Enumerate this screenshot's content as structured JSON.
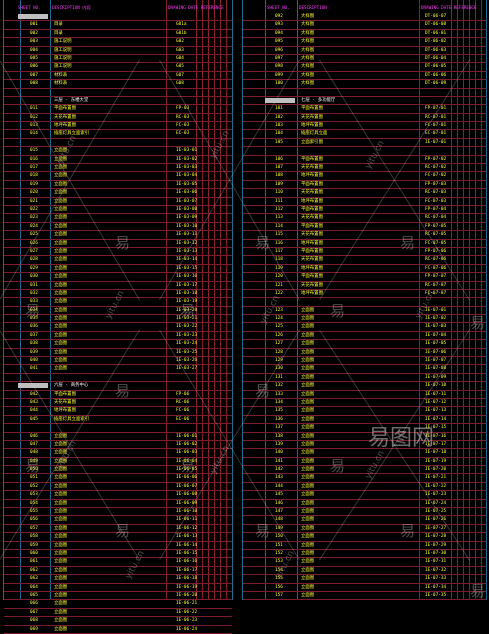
{
  "headers": {
    "left": {
      "no": "SHEET NO.",
      "desc": "DESCRIPTION 内容",
      "ref": "DRAWING DATE REFERENCE"
    },
    "right": {
      "no": "SHEET NO.",
      "desc": "DESCRIPTION",
      "ref": "DRAWING DATE REFERENCE"
    }
  },
  "left_rows": [
    {
      "type": "mark"
    },
    {
      "no": "001",
      "desc": "目录",
      "ref": "G01a"
    },
    {
      "no": "002",
      "desc": "目录",
      "ref": "G01b"
    },
    {
      "no": "003",
      "desc": "施工说明",
      "ref": "G02"
    },
    {
      "no": "004",
      "desc": "施工说明",
      "ref": "G03"
    },
    {
      "no": "005",
      "desc": "施工说明",
      "ref": "G04"
    },
    {
      "no": "006",
      "desc": "施工说明",
      "ref": "G05"
    },
    {
      "no": "007",
      "desc": "材料表",
      "ref": "G07"
    },
    {
      "no": "008",
      "desc": "材料表",
      "ref": "G08"
    },
    {
      "type": "blank"
    },
    {
      "type": "section",
      "desc": "三层 - 东楼大堂"
    },
    {
      "no": "011",
      "desc": "平面布置图",
      "ref": "FP-03"
    },
    {
      "no": "012",
      "desc": "天花布置图",
      "ref": "RC-03"
    },
    {
      "no": "013",
      "desc": "地坪布置图",
      "ref": "FC-03"
    },
    {
      "no": "014",
      "desc": "插座灯具立面索引",
      "ref": "EC-03"
    },
    {
      "type": "blank"
    },
    {
      "no": "015",
      "desc": "立面图",
      "ref": "IE-03-01"
    },
    {
      "no": "016",
      "desc": "立面图",
      "ref": "IE-03-02"
    },
    {
      "no": "017",
      "desc": "立面图",
      "ref": "IE-03-03"
    },
    {
      "no": "018",
      "desc": "立面图",
      "ref": "IE-03-04"
    },
    {
      "no": "019",
      "desc": "立面图",
      "ref": "IE-03-05"
    },
    {
      "no": "020",
      "desc": "立面图",
      "ref": "IE-03-06"
    },
    {
      "no": "021",
      "desc": "立面图",
      "ref": "IE-03-07"
    },
    {
      "no": "022",
      "desc": "立面图",
      "ref": "IE-03-08"
    },
    {
      "no": "023",
      "desc": "立面图",
      "ref": "IE-03-09"
    },
    {
      "no": "024",
      "desc": "立面图",
      "ref": "IE-03-10"
    },
    {
      "no": "025",
      "desc": "立面图",
      "ref": "IE-03-11"
    },
    {
      "no": "026",
      "desc": "立面图",
      "ref": "IE-03-12"
    },
    {
      "no": "027",
      "desc": "立面图",
      "ref": "IE-03-13"
    },
    {
      "no": "028",
      "desc": "立面图",
      "ref": "IE-03-14"
    },
    {
      "no": "029",
      "desc": "立面图",
      "ref": "IE-03-15"
    },
    {
      "no": "030",
      "desc": "立面图",
      "ref": "IE-03-16"
    },
    {
      "no": "031",
      "desc": "立面图",
      "ref": "IE-03-17"
    },
    {
      "no": "032",
      "desc": "立面图",
      "ref": "IE-03-18"
    },
    {
      "no": "033",
      "desc": "立面图",
      "ref": "IE-03-19"
    },
    {
      "no": "034",
      "desc": "立面图",
      "ref": "IE-03-20"
    },
    {
      "no": "035",
      "desc": "立面图",
      "ref": "IE-03-21"
    },
    {
      "no": "036",
      "desc": "立面图",
      "ref": "IE-03-22"
    },
    {
      "no": "037",
      "desc": "立面图",
      "ref": "IE-03-23"
    },
    {
      "no": "038",
      "desc": "立面图",
      "ref": "IE-03-24"
    },
    {
      "no": "039",
      "desc": "立面图",
      "ref": "IE-03-25"
    },
    {
      "no": "040",
      "desc": "立面图",
      "ref": "IE-03-26"
    },
    {
      "no": "041",
      "desc": "立面图",
      "ref": "IE-03-27"
    },
    {
      "type": "blank"
    },
    {
      "type": "section",
      "desc": "六层 - 商务中心",
      "mark": true
    },
    {
      "no": "042",
      "desc": "平面布置图",
      "ref": "FP-06"
    },
    {
      "no": "043",
      "desc": "天花布置图",
      "ref": "RC-06"
    },
    {
      "no": "044",
      "desc": "地坪布置图",
      "ref": "FC-06"
    },
    {
      "no": "045",
      "desc": "插座灯具立面索引",
      "ref": "EC-06"
    },
    {
      "type": "blank"
    },
    {
      "no": "046",
      "desc": "立面图",
      "ref": "IE-06-01"
    },
    {
      "no": "047",
      "desc": "立面图",
      "ref": "IE-06-02"
    },
    {
      "no": "048",
      "desc": "立面图",
      "ref": "IE-06-03"
    },
    {
      "no": "049",
      "desc": "立面图",
      "ref": "IE-06-04"
    },
    {
      "no": "050",
      "desc": "立面图",
      "ref": "IE-06-05"
    },
    {
      "no": "051",
      "desc": "立面图",
      "ref": "IE-06-06"
    },
    {
      "no": "052",
      "desc": "立面图",
      "ref": "IE-06-07"
    },
    {
      "no": "053",
      "desc": "立面图",
      "ref": "IE-06-08"
    },
    {
      "no": "054",
      "desc": "立面图",
      "ref": "IE-06-09"
    },
    {
      "no": "055",
      "desc": "立面图",
      "ref": "IE-06-10"
    },
    {
      "no": "056",
      "desc": "立面图",
      "ref": "IE-06-11"
    },
    {
      "no": "057",
      "desc": "立面图",
      "ref": "IE-06-12"
    },
    {
      "no": "058",
      "desc": "立面图",
      "ref": "IE-06-13"
    },
    {
      "no": "059",
      "desc": "立面图",
      "ref": "IE-06-14"
    },
    {
      "no": "060",
      "desc": "立面图",
      "ref": "IE-06-15"
    },
    {
      "no": "061",
      "desc": "立面图",
      "ref": "IE-06-16"
    },
    {
      "no": "062",
      "desc": "立面图",
      "ref": "IE-06-17"
    },
    {
      "no": "063",
      "desc": "立面图",
      "ref": "IE-06-18"
    },
    {
      "no": "064",
      "desc": "立面图",
      "ref": "IE-06-19"
    },
    {
      "no": "065",
      "desc": "立面图",
      "ref": "IE-06-20"
    },
    {
      "no": "066",
      "desc": "立面图",
      "ref": "IE-06-21"
    },
    {
      "no": "067",
      "desc": "立面图",
      "ref": "IE-06-22"
    },
    {
      "no": "068",
      "desc": "立面图",
      "ref": "IE-06-23"
    },
    {
      "no": "069",
      "desc": "立面图",
      "ref": "IE-06-24"
    }
  ],
  "right_rows": [
    {
      "no": "092",
      "desc": "大样图",
      "ref": "DT-06-07"
    },
    {
      "no": "093",
      "desc": "大样图",
      "ref": "DT-06-08"
    },
    {
      "no": "094",
      "desc": "大样图",
      "ref": "DT-06-01"
    },
    {
      "no": "095",
      "desc": "大样图",
      "ref": "DT-06-02"
    },
    {
      "no": "096",
      "desc": "大样图",
      "ref": "DT-06-03"
    },
    {
      "no": "097",
      "desc": "大样图",
      "ref": "DT-06-04"
    },
    {
      "no": "098",
      "desc": "大样图",
      "ref": "DT-06-05"
    },
    {
      "no": "099",
      "desc": "大样图",
      "ref": "DT-06-06"
    },
    {
      "no": "100",
      "desc": "大样图",
      "ref": "DT-06-09"
    },
    {
      "type": "blank"
    },
    {
      "type": "section",
      "desc": "七层 - 多功能厅",
      "mark": true
    },
    {
      "no": "101",
      "desc": "平面布置图",
      "ref": "FP-07-01"
    },
    {
      "no": "102",
      "desc": "天花布置图",
      "ref": "RC-07-01"
    },
    {
      "no": "103",
      "desc": "地坪布置图",
      "ref": "FC-07-01"
    },
    {
      "no": "104",
      "desc": "插座灯具立面",
      "ref": "EC-07-01"
    },
    {
      "no": "105",
      "desc": "立面索引图",
      "ref": "IE-07-01"
    },
    {
      "type": "blank"
    },
    {
      "no": "106",
      "desc": "平面布置图",
      "ref": "FP-07-02"
    },
    {
      "no": "107",
      "desc": "天花布置图",
      "ref": "RC-07-02"
    },
    {
      "no": "108",
      "desc": "地坪布置图",
      "ref": "FC-07-02"
    },
    {
      "no": "109",
      "desc": "平面布置图",
      "ref": "FP-07-03"
    },
    {
      "no": "110",
      "desc": "天花布置图",
      "ref": "RC-07-03"
    },
    {
      "no": "111",
      "desc": "地坪布置图",
      "ref": "FC-07-03"
    },
    {
      "no": "112",
      "desc": "平面布置图",
      "ref": "FP-07-04"
    },
    {
      "no": "113",
      "desc": "天花布置图",
      "ref": "RC-07-04"
    },
    {
      "no": "114",
      "desc": "平面布置图",
      "ref": "FP-07-05"
    },
    {
      "no": "115",
      "desc": "天花布置图",
      "ref": "RC-07-05"
    },
    {
      "no": "116",
      "desc": "地坪布置图",
      "ref": "FC-07-05"
    },
    {
      "no": "117",
      "desc": "平面布置图",
      "ref": "FP-07-06"
    },
    {
      "no": "118",
      "desc": "天花布置图",
      "ref": "RC-07-06"
    },
    {
      "no": "119",
      "desc": "地坪布置图",
      "ref": "FC-07-06"
    },
    {
      "no": "120",
      "desc": "平面布置图",
      "ref": "FP-07-07"
    },
    {
      "no": "121",
      "desc": "天花布置图",
      "ref": "RC-07-07"
    },
    {
      "no": "122",
      "desc": "地坪布置图",
      "ref": "FC-07-07"
    },
    {
      "type": "blank"
    },
    {
      "no": "123",
      "desc": "立面图",
      "ref": "IE-07-01"
    },
    {
      "no": "124",
      "desc": "立面图",
      "ref": "IE-07-02"
    },
    {
      "no": "125",
      "desc": "立面图",
      "ref": "IE-07-03"
    },
    {
      "no": "126",
      "desc": "立面图",
      "ref": "IE-07-04"
    },
    {
      "no": "127",
      "desc": "立面图",
      "ref": "IE-07-05"
    },
    {
      "no": "128",
      "desc": "立面图",
      "ref": "IE-07-06"
    },
    {
      "no": "129",
      "desc": "立面图",
      "ref": "IE-07-07"
    },
    {
      "no": "130",
      "desc": "立面图",
      "ref": "IE-07-08"
    },
    {
      "no": "131",
      "desc": "立面图",
      "ref": "IE-07-09"
    },
    {
      "no": "132",
      "desc": "立面图",
      "ref": "IE-07-10"
    },
    {
      "no": "133",
      "desc": "立面图",
      "ref": "IE-07-11"
    },
    {
      "no": "134",
      "desc": "立面图",
      "ref": "IE-07-12"
    },
    {
      "no": "135",
      "desc": "立面图",
      "ref": "IE-07-13"
    },
    {
      "no": "136",
      "desc": "立面图",
      "ref": "IE-07-14"
    },
    {
      "no": "137",
      "desc": "立面图",
      "ref": "IE-07-15"
    },
    {
      "no": "138",
      "desc": "立面图",
      "ref": "IE-07-16"
    },
    {
      "no": "139",
      "desc": "立面图",
      "ref": "IE-07-17"
    },
    {
      "no": "140",
      "desc": "立面图",
      "ref": "IE-07-18"
    },
    {
      "no": "141",
      "desc": "立面图",
      "ref": "IE-07-19"
    },
    {
      "no": "142",
      "desc": "立面图",
      "ref": "IE-07-20"
    },
    {
      "no": "143",
      "desc": "立面图",
      "ref": "IE-07-21"
    },
    {
      "no": "144",
      "desc": "立面图",
      "ref": "IE-07-22"
    },
    {
      "no": "145",
      "desc": "立面图",
      "ref": "IE-07-23"
    },
    {
      "no": "146",
      "desc": "立面图",
      "ref": "IE-07-24"
    },
    {
      "no": "147",
      "desc": "立面图",
      "ref": "IE-07-25"
    },
    {
      "no": "148",
      "desc": "立面图",
      "ref": "IE-07-26"
    },
    {
      "no": "149",
      "desc": "立面图",
      "ref": "IE-07-27"
    },
    {
      "no": "150",
      "desc": "立面图",
      "ref": "IE-07-28"
    },
    {
      "no": "151",
      "desc": "立面图",
      "ref": "IE-07-29"
    },
    {
      "no": "152",
      "desc": "立面图",
      "ref": "IE-07-30"
    },
    {
      "no": "153",
      "desc": "立面图",
      "ref": "IE-07-31"
    },
    {
      "no": "154",
      "desc": "立面图",
      "ref": "IE-07-32"
    },
    {
      "no": "155",
      "desc": "立面图",
      "ref": "IE-07-33"
    },
    {
      "no": "156",
      "desc": "立面图",
      "ref": "IE-07-34"
    },
    {
      "no": "157",
      "desc": "立面图",
      "ref": "IE-07-35"
    }
  ],
  "watermark": {
    "cn": "易",
    "url": "yitu.cn",
    "logo": "易图网"
  }
}
